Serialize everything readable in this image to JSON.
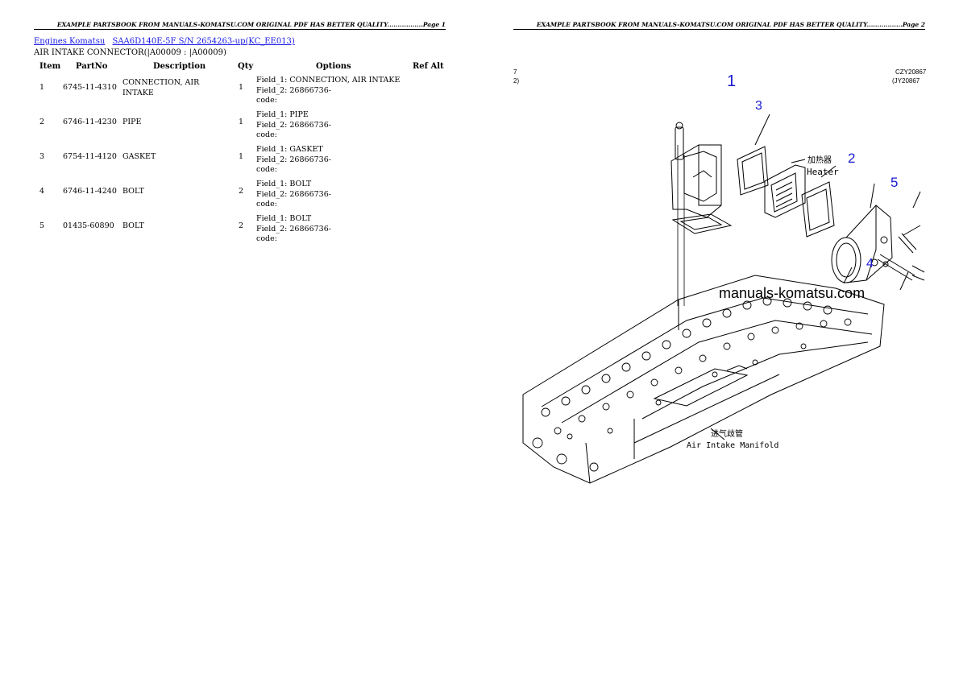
{
  "pages": [
    {
      "header": "EXAMPLE PARTSBOOK FROM MANUALS-KOMATSU.COM ORIGINAL PDF HAS BETTER QUALITY.................Page 1"
    },
    {
      "header": "EXAMPLE PARTSBOOK FROM MANUALS-KOMATSU.COM ORIGINAL PDF HAS BETTER QUALITY.................Page 2"
    }
  ],
  "breadcrumb": {
    "link1": "Engines Komatsu",
    "link2": "SAA6D140E-5F S/N 2654263-up(KC_EE013)"
  },
  "subtitle": "AIR INTAKE CONNECTOR(|A00009 : |A00009)",
  "table": {
    "headers": {
      "item": "Item",
      "partno": "PartNo",
      "description": "Description",
      "qty": "Qty",
      "options": "Options",
      "refalt": "Ref Alt"
    },
    "rows": [
      {
        "item": "1",
        "partno": "6745-11-4310",
        "description": "CONNECTION, AIR INTAKE",
        "qty": "1",
        "field1": "Field_1: CONNECTION, AIR INTAKE",
        "field2": "Field_2: 26866736-",
        "code": "code:"
      },
      {
        "item": "2",
        "partno": "6746-11-4230",
        "description": "PIPE",
        "qty": "1",
        "field1": "Field_1: PIPE",
        "field2": "Field_2: 26866736-",
        "code": "code:"
      },
      {
        "item": "3",
        "partno": "6754-11-4120",
        "description": "GASKET",
        "qty": "1",
        "field1": "Field_1: GASKET",
        "field2": "Field_2: 26866736-",
        "code": "code:"
      },
      {
        "item": "4",
        "partno": "6746-11-4240",
        "description": "BOLT",
        "qty": "2",
        "field1": "Field_1: BOLT",
        "field2": "Field_2: 26866736-",
        "code": "code:"
      },
      {
        "item": "5",
        "partno": "01435-60890",
        "description": "BOLT",
        "qty": "2",
        "field1": "Field_1: BOLT",
        "field2": "Field_2: 26866736-",
        "code": "code:"
      }
    ]
  },
  "diagram": {
    "callouts": [
      "1",
      "2",
      "3",
      "4",
      "5"
    ],
    "callout_color": "#1a1ad0",
    "ref_code_1": "CZY20867",
    "ref_code_2": "(JY20867",
    "heater_cn": "加热器",
    "heater_en": "Heater",
    "manifold_cn": "进气歧管",
    "manifold_en": "Air Intake Manifold",
    "watermark": "manuals-komatsu.com",
    "edge_marks": [
      "7",
      "2)"
    ]
  }
}
